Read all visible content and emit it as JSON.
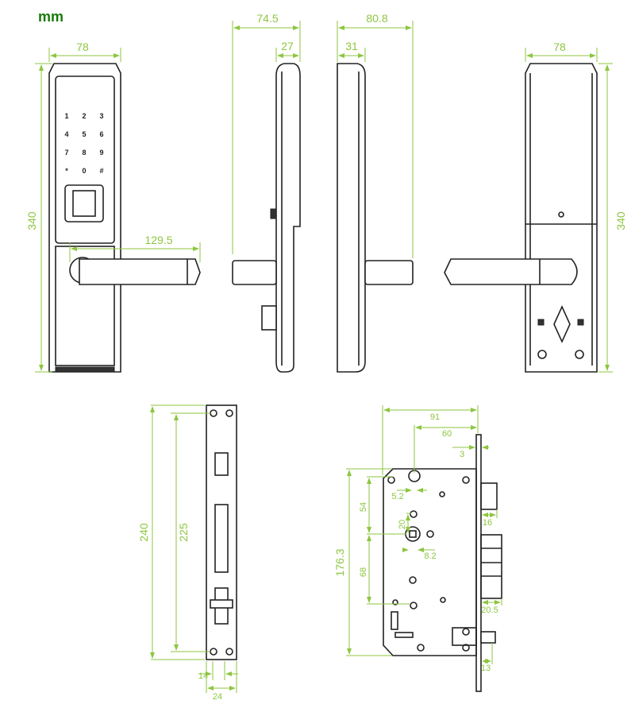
{
  "unit": "mm",
  "colors": {
    "dimension": "#8dc63f",
    "unit": "#1a7a0a",
    "outline": "#222222"
  },
  "keypad": [
    "1",
    "2",
    "3",
    "4",
    "5",
    "6",
    "7",
    "8",
    "9",
    "*",
    "0",
    "#"
  ],
  "front_view": {
    "width": "78",
    "height": "340",
    "handle_length": "129.5"
  },
  "side_view_inner": {
    "depth": "74.5",
    "body_depth": "27"
  },
  "side_view_outer": {
    "depth": "80.8",
    "body_depth": "31"
  },
  "back_view": {
    "width": "78",
    "height": "340"
  },
  "faceplate": {
    "length": "240",
    "hole_spacing": "225",
    "inner_width": "14",
    "width": "24"
  },
  "mortise": {
    "width": "91",
    "backset": "60",
    "plate_thickness": "3",
    "height": "176.3",
    "spindle_offset": "54",
    "lower_offset": "68",
    "cylinder_hole": "5.2",
    "upper_hole": "20",
    "spindle_square": "8.2",
    "latch_throw": "16",
    "deadbolt_throw": "20.5",
    "lower_bolt_throw": "13"
  }
}
